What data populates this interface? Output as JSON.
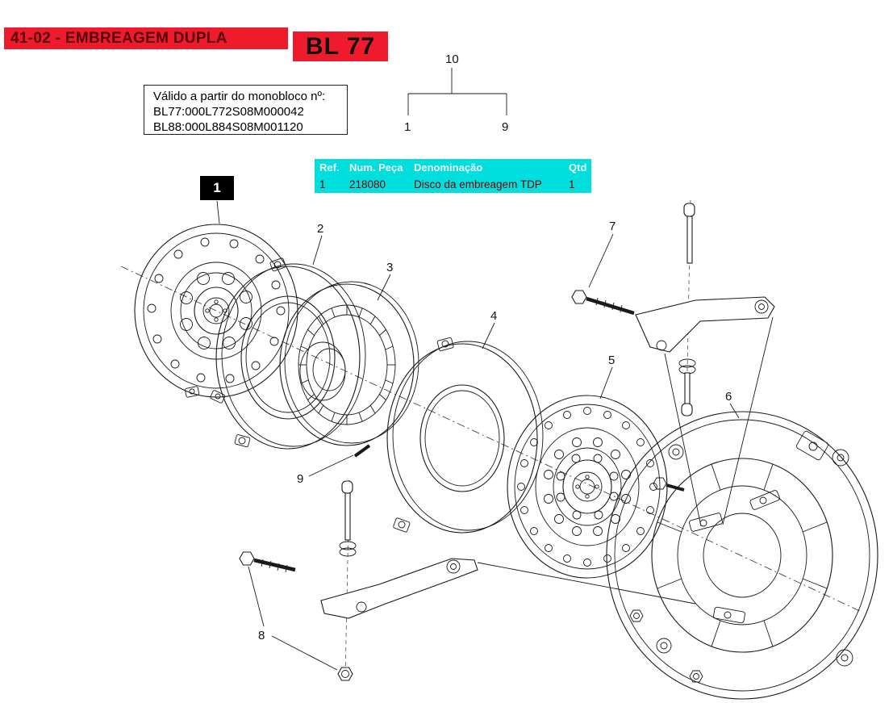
{
  "header": {
    "section_title": "41-02 - EMBREAGEM DUPLA",
    "model": "BL 77"
  },
  "validity_note": {
    "line1": "Válido a partir do monobloco nº:",
    "line2": "BL77:000L772S08M000042",
    "line3": "BL88:000L884S08M001120"
  },
  "parts_table": {
    "headers": {
      "ref": "Ref.",
      "part_number": "Num. Peça",
      "description": "Denominação",
      "qty": "Qtd"
    },
    "rows": [
      {
        "ref": "1",
        "part_number": "218080",
        "description": "Disco da embreagem TDP",
        "qty": "1"
      }
    ]
  },
  "callouts": {
    "box1": "1",
    "n2": "2",
    "n3": "3",
    "n4": "4",
    "n5": "5",
    "n6": "6",
    "n7": "7",
    "n8": "8",
    "n9": "9",
    "n10": "10",
    "bracket_left": "1",
    "bracket_right": "9"
  },
  "colors": {
    "banner_red": "#ee1b2c",
    "banner_text": "#550008",
    "model_text": "#101010",
    "table_cyan": "#00dede",
    "table_header_text": "#f2f2f2",
    "table_row_text": "#8b0000",
    "ref_box_bg": "#000000",
    "ref_box_text": "#ffffff"
  }
}
